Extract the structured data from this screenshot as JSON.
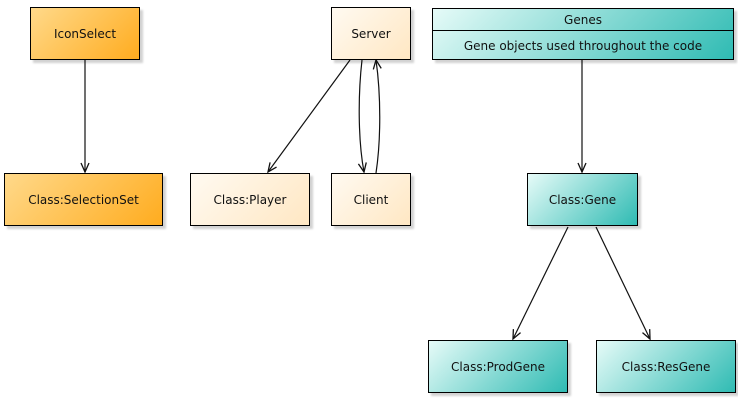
{
  "nodes": {
    "iconselect": "IconSelect",
    "selectionset": "Class:SelectionSet",
    "server": "Server",
    "player": "Class:Player",
    "client": "Client",
    "gene": "Class:Gene",
    "prodgene": "Class:ProdGene",
    "resgene": "Class:ResGene"
  },
  "group": {
    "title": "Genes",
    "subtitle": "Gene objects used throughout the code"
  },
  "edges": [
    {
      "from": "IconSelect",
      "to": "Class:SelectionSet"
    },
    {
      "from": "Server",
      "to": "Class:Player"
    },
    {
      "from": "Server",
      "to": "Client"
    },
    {
      "from": "Client",
      "to": "Server"
    },
    {
      "from": "Genes",
      "to": "Class:Gene"
    },
    {
      "from": "Class:Gene",
      "to": "Class:ProdGene"
    },
    {
      "from": "Class:Gene",
      "to": "Class:ResGene"
    }
  ]
}
